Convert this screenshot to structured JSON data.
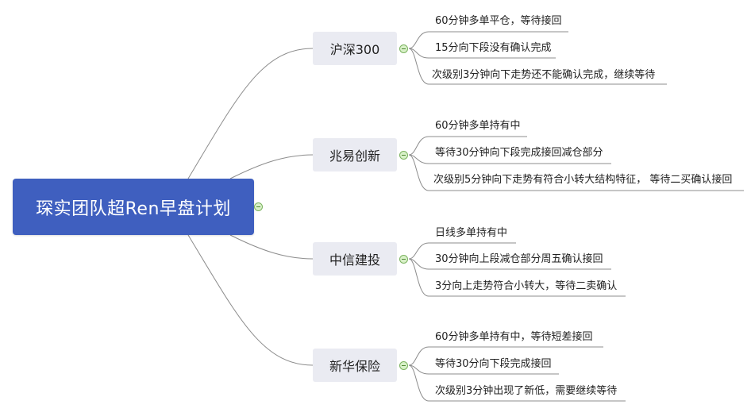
{
  "root": {
    "label": "琛实团队超Ren早盘计划"
  },
  "colors": {
    "root_fill": "#3f5fbf",
    "topic_fill": "#eaebf2",
    "connector": "#8c8c8c",
    "collapse_fill": "#d8f0c8",
    "collapse_stroke": "#7bb35f"
  },
  "topics": [
    {
      "label": "沪深300",
      "items": [
        "60分钟多单平仓，等待接回",
        "15分向下段没有确认完成",
        "次级别3分钟向下走势还不能确认完成，继续等待"
      ]
    },
    {
      "label": "兆易创新",
      "items": [
        "60分钟多单持有中",
        "等待30分钟向下段完成接回减仓部分",
        "次级别5分钟向下走势有符合小转大结构特征， 等待二买确认接回"
      ]
    },
    {
      "label": "中信建投",
      "items": [
        "日线多单持有中",
        "30分钟向上段减仓部分周五确认接回",
        "3分向上走势符合小转大，等待二卖确认"
      ]
    },
    {
      "label": "新华保险",
      "items": [
        "60分钟多单持有中，等待短差接回",
        "等待30分向下段完成接回",
        "次级别3分钟出现了新低，需要继续等待"
      ]
    }
  ]
}
